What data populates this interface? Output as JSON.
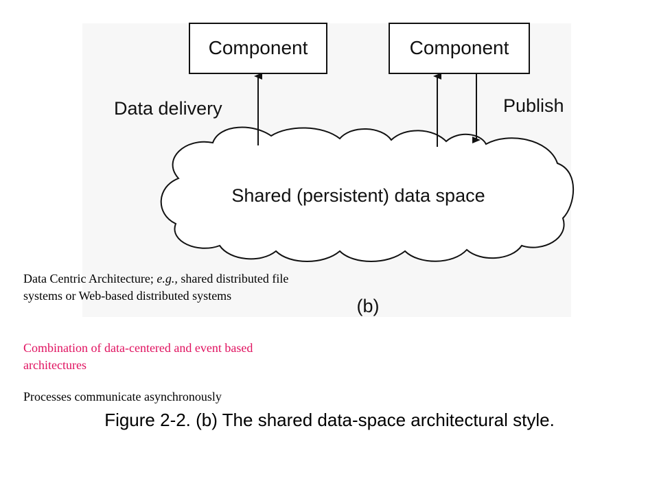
{
  "diagram": {
    "component_left": "Component",
    "component_right": "Component",
    "data_delivery": "Data delivery",
    "publish": "Publish",
    "data_space": "Shared (persistent) data space",
    "sublabel": "(b)"
  },
  "notes": {
    "note1_part1": "Data Centric Architecture; ",
    "note1_italic": "e.g.,",
    "note1_part2": " shared distributed file systems or Web-based distributed systems",
    "note2": "Combination of data-centered and event based architectures",
    "note3": "Processes communicate asynchronously"
  },
  "caption": "Figure 2-2. (b) The shared data-space architectural style.",
  "colors": {
    "highlight": "#e0115f",
    "figure_bg": "#f7f7f7",
    "stroke": "#111111"
  }
}
